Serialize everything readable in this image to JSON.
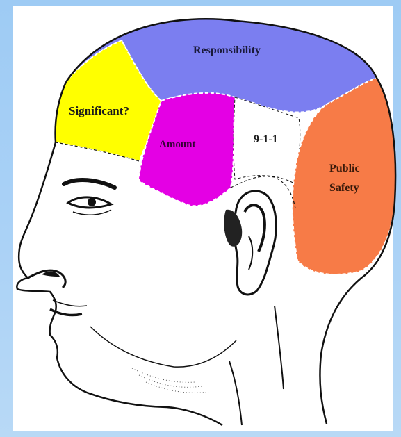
{
  "regions": [
    {
      "id": "responsibility",
      "label": "Responsibility",
      "color": "#7b7ef0"
    },
    {
      "id": "significant",
      "label": "Significant?",
      "color": "#ffff00"
    },
    {
      "id": "amount",
      "label": "Amount",
      "color": "#e400e4"
    },
    {
      "id": "nine-one-one",
      "label": "9-1-1",
      "color": "#ffffff"
    },
    {
      "id": "public-safety",
      "label_line1": "Public",
      "label_line2": "Safety",
      "color": "#f77b47"
    }
  ],
  "colors": {
    "background": "#a9d1f6",
    "outline": "#111111"
  }
}
